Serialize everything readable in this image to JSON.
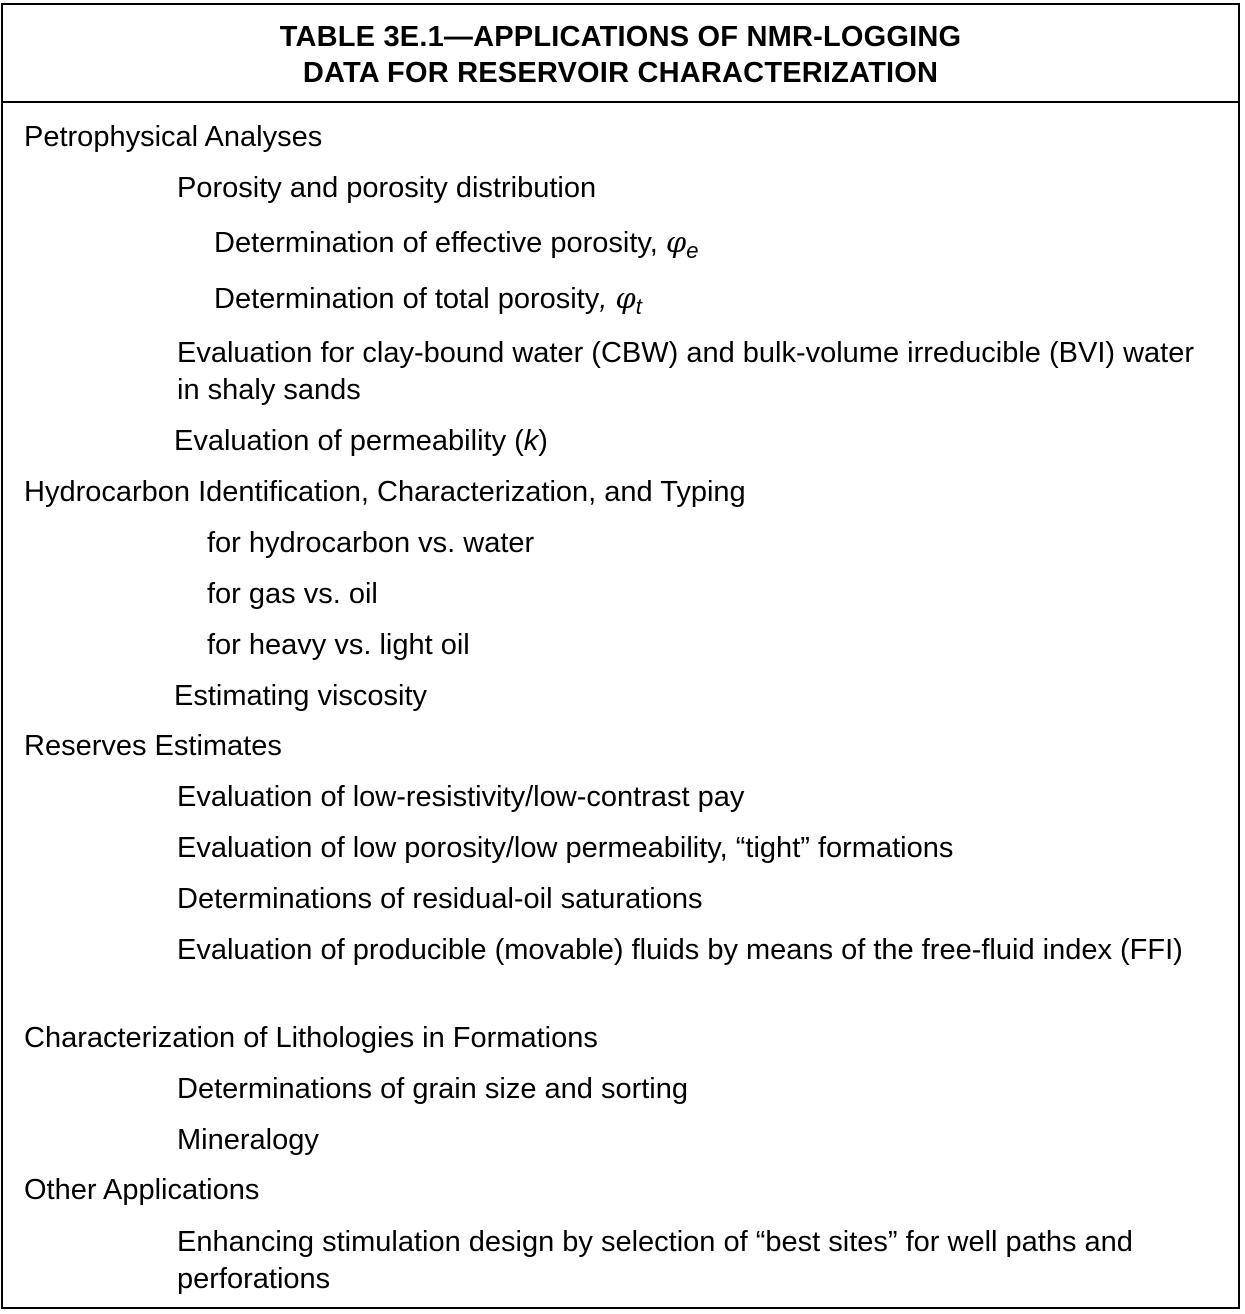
{
  "table": {
    "title_line1": "TABLE 3E.1—APPLICATIONS OF NMR-LOGGING",
    "title_line2": "DATA FOR RESERVOIR CHARACTERIZATION",
    "rows": [
      {
        "text": "Petrophysical Analyses"
      },
      {
        "text": "Porosity and porosity distribution"
      },
      {
        "text": "Determination of effective porosity, ",
        "symbol": "φ",
        "subscript": "e"
      },
      {
        "text": "Determination of total porosity",
        "comma": ",",
        "symbol": "φ",
        "subscript": "t"
      },
      {
        "text": "Evaluation for clay-bound water (CBW) and bulk-volume irreducible (BVI) water in shaly sands"
      },
      {
        "text": "Evaluation of permeability (",
        "italic": "k",
        "text_after": ")"
      },
      {
        "text": "Hydrocarbon Identification, Characterization, and Typing"
      },
      {
        "text": "for hydrocarbon vs. water"
      },
      {
        "text": "for gas vs. oil"
      },
      {
        "text": "for heavy vs. light oil"
      },
      {
        "text": "Estimating viscosity"
      },
      {
        "text": "Reserves Estimates"
      },
      {
        "text": "Evaluation of low-resistivity/low-contrast pay"
      },
      {
        "text": "Evaluation of low porosity/low permeability, “tight” formations"
      },
      {
        "text": "Determinations of residual-oil saturations"
      },
      {
        "text": "Evaluation of producible (movable) fluids by means of the free-fluid index (FFI)"
      },
      {
        "text": "Characterization of Lithologies in Formations"
      },
      {
        "text": "Determinations of grain size and sorting"
      },
      {
        "text": "Mineralogy"
      },
      {
        "text": "Other Applications"
      },
      {
        "text": "Enhancing stimulation design by selection of “best sites” for well paths and perforations"
      }
    ]
  }
}
